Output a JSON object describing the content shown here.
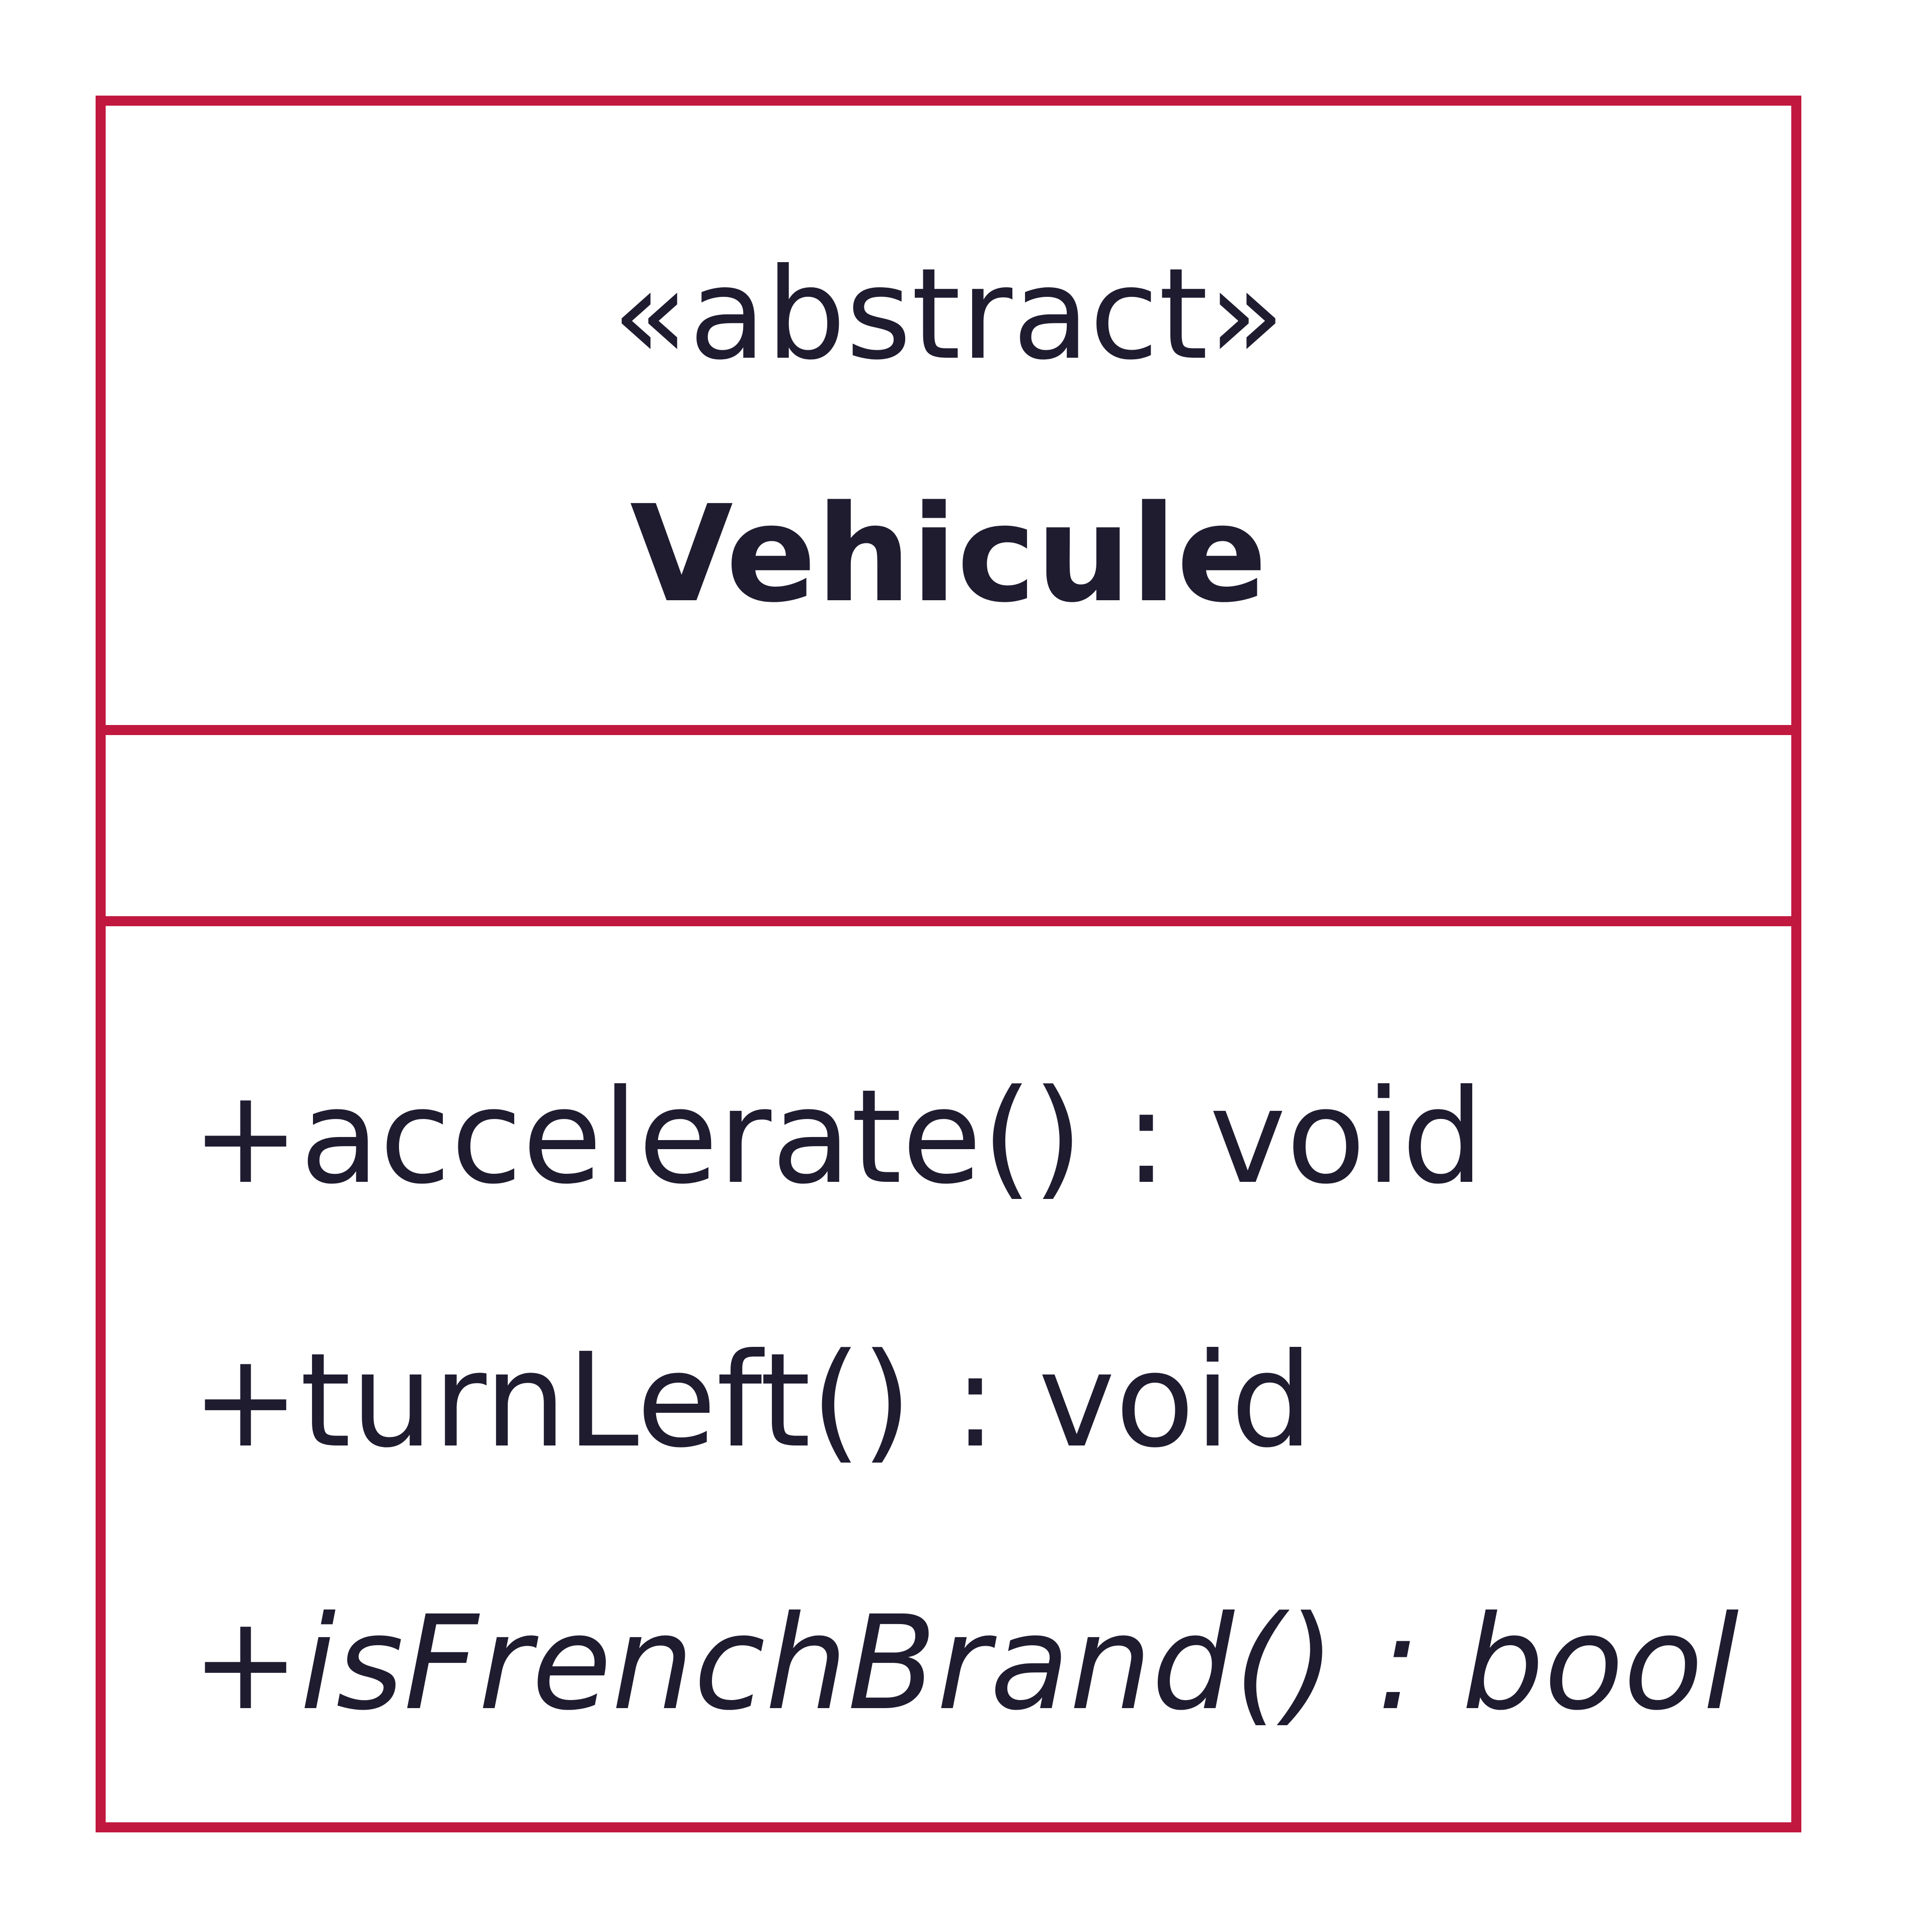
{
  "class": {
    "stereotype": "«abstract»",
    "name": "Vehicule",
    "attributes": [],
    "operations": [
      {
        "text": "+accelerate() : void",
        "abstract": false
      },
      {
        "text": "+turnLeft() : void",
        "abstract": false
      },
      {
        "text": "+isFrenchBrand() : bool",
        "abstract": true
      }
    ]
  },
  "colors": {
    "border": "#c1183f",
    "text": "#1f1c30",
    "background": "#ffffff"
  }
}
